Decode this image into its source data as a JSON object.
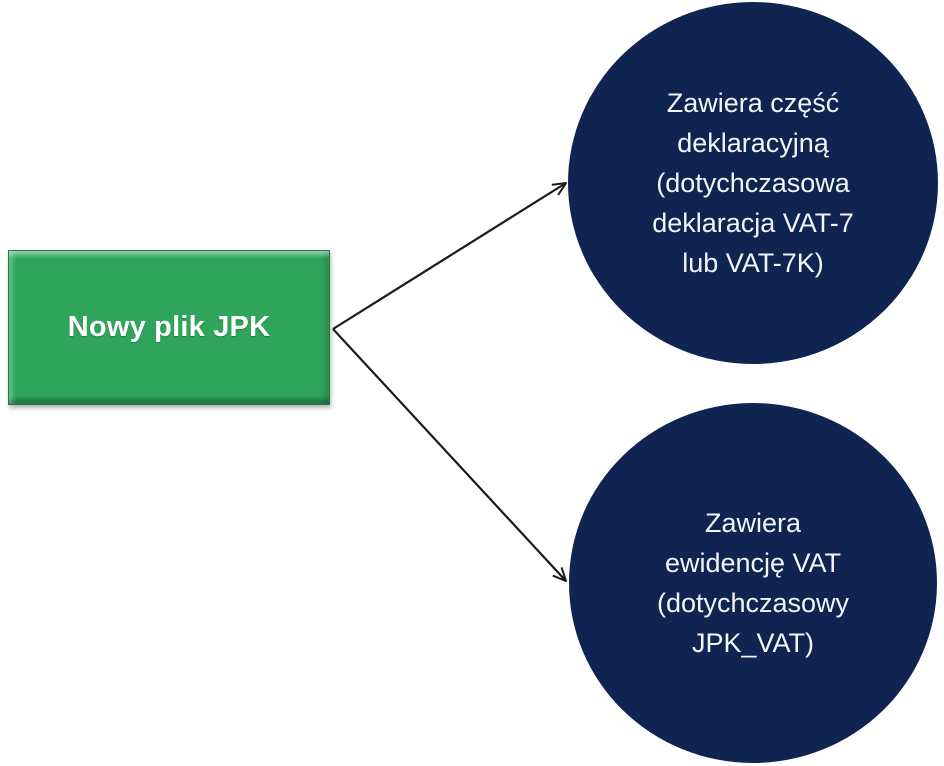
{
  "diagram": {
    "background_color": "#ffffff",
    "arrow_color": "#1a1a1a",
    "root_node": {
      "label": "Nowy plik JPK",
      "fill_color": "#2fa55b",
      "border_color": "#1e7f44",
      "text_color": "#ffffff"
    },
    "branch_nodes": [
      {
        "name": "declaration-circle",
        "text_multiline": "Zawiera część\ndeklaracyjną\n(dotychczasowa\ndeklaracja VAT-7\nlub VAT-7K)",
        "fill_color": "#0f2451",
        "text_color": "#f2f5f9"
      },
      {
        "name": "records-circle",
        "text_multiline": "Zawiera\newidencję VAT\n(dotychczasowy\nJPK_VAT)",
        "fill_color": "#0f2451",
        "text_color": "#f2f5f9"
      }
    ],
    "connectors": [
      {
        "from": "root-node",
        "to": "declaration-circle"
      },
      {
        "from": "root-node",
        "to": "records-circle"
      }
    ]
  }
}
